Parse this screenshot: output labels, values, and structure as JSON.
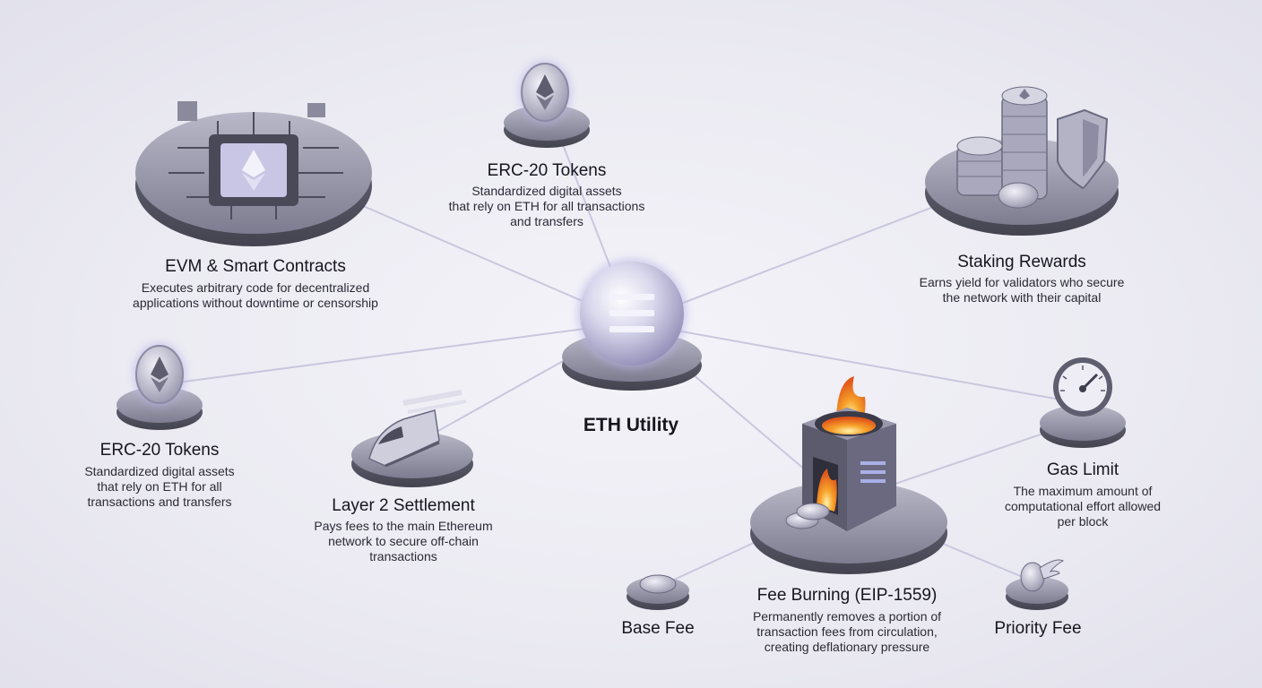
{
  "center": {
    "title": "ETH Utility",
    "icon": "eth-orb-icon"
  },
  "nodes": {
    "evm": {
      "title": "EVM & Smart Contracts",
      "desc": [
        "Executes arbitrary code for decentralized",
        "applications without downtime or censorship"
      ],
      "icon": "chip-icon"
    },
    "erc20_top": {
      "title": "ERC-20 Tokens",
      "desc": [
        "Standardized digital assets",
        "that rely on ETH for all transactions",
        "and transfers"
      ],
      "icon": "eth-coin-icon"
    },
    "staking": {
      "title": "Staking Rewards",
      "desc": [
        "Earns yield for validators who secure",
        "the network with their capital"
      ],
      "icon": "coin-stack-shield-icon"
    },
    "erc20_left": {
      "title": "ERC-20 Tokens",
      "desc": [
        "Standardized digital assets",
        "that rely on ETH for all",
        "transactions and transfers"
      ],
      "icon": "eth-coin-icon"
    },
    "layer2": {
      "title": "Layer 2 Settlement",
      "desc": [
        "Pays fees to the main Ethereum",
        "network to secure off-chain",
        "transactions"
      ],
      "icon": "train-icon"
    },
    "gas": {
      "title": "Gas Limit",
      "desc": [
        "The maximum amount of",
        "computational effort allowed",
        "per block"
      ],
      "icon": "gauge-icon"
    },
    "burn": {
      "title": "Fee Burning (EIP-1559)",
      "desc": [
        "Permanently removes a portion of",
        "transaction fees from circulation,",
        "creating deflationary pressure"
      ],
      "icon": "furnace-fire-icon"
    },
    "base": {
      "title": "Base Fee",
      "icon": "plain-coin-icon"
    },
    "priority": {
      "title": "Priority Fee",
      "icon": "wing-coin-icon"
    }
  },
  "colors": {
    "line": "#c7c5dc",
    "accent": "#8a84c9",
    "platform": "#6e6d80",
    "fire": "#f08a1e"
  }
}
